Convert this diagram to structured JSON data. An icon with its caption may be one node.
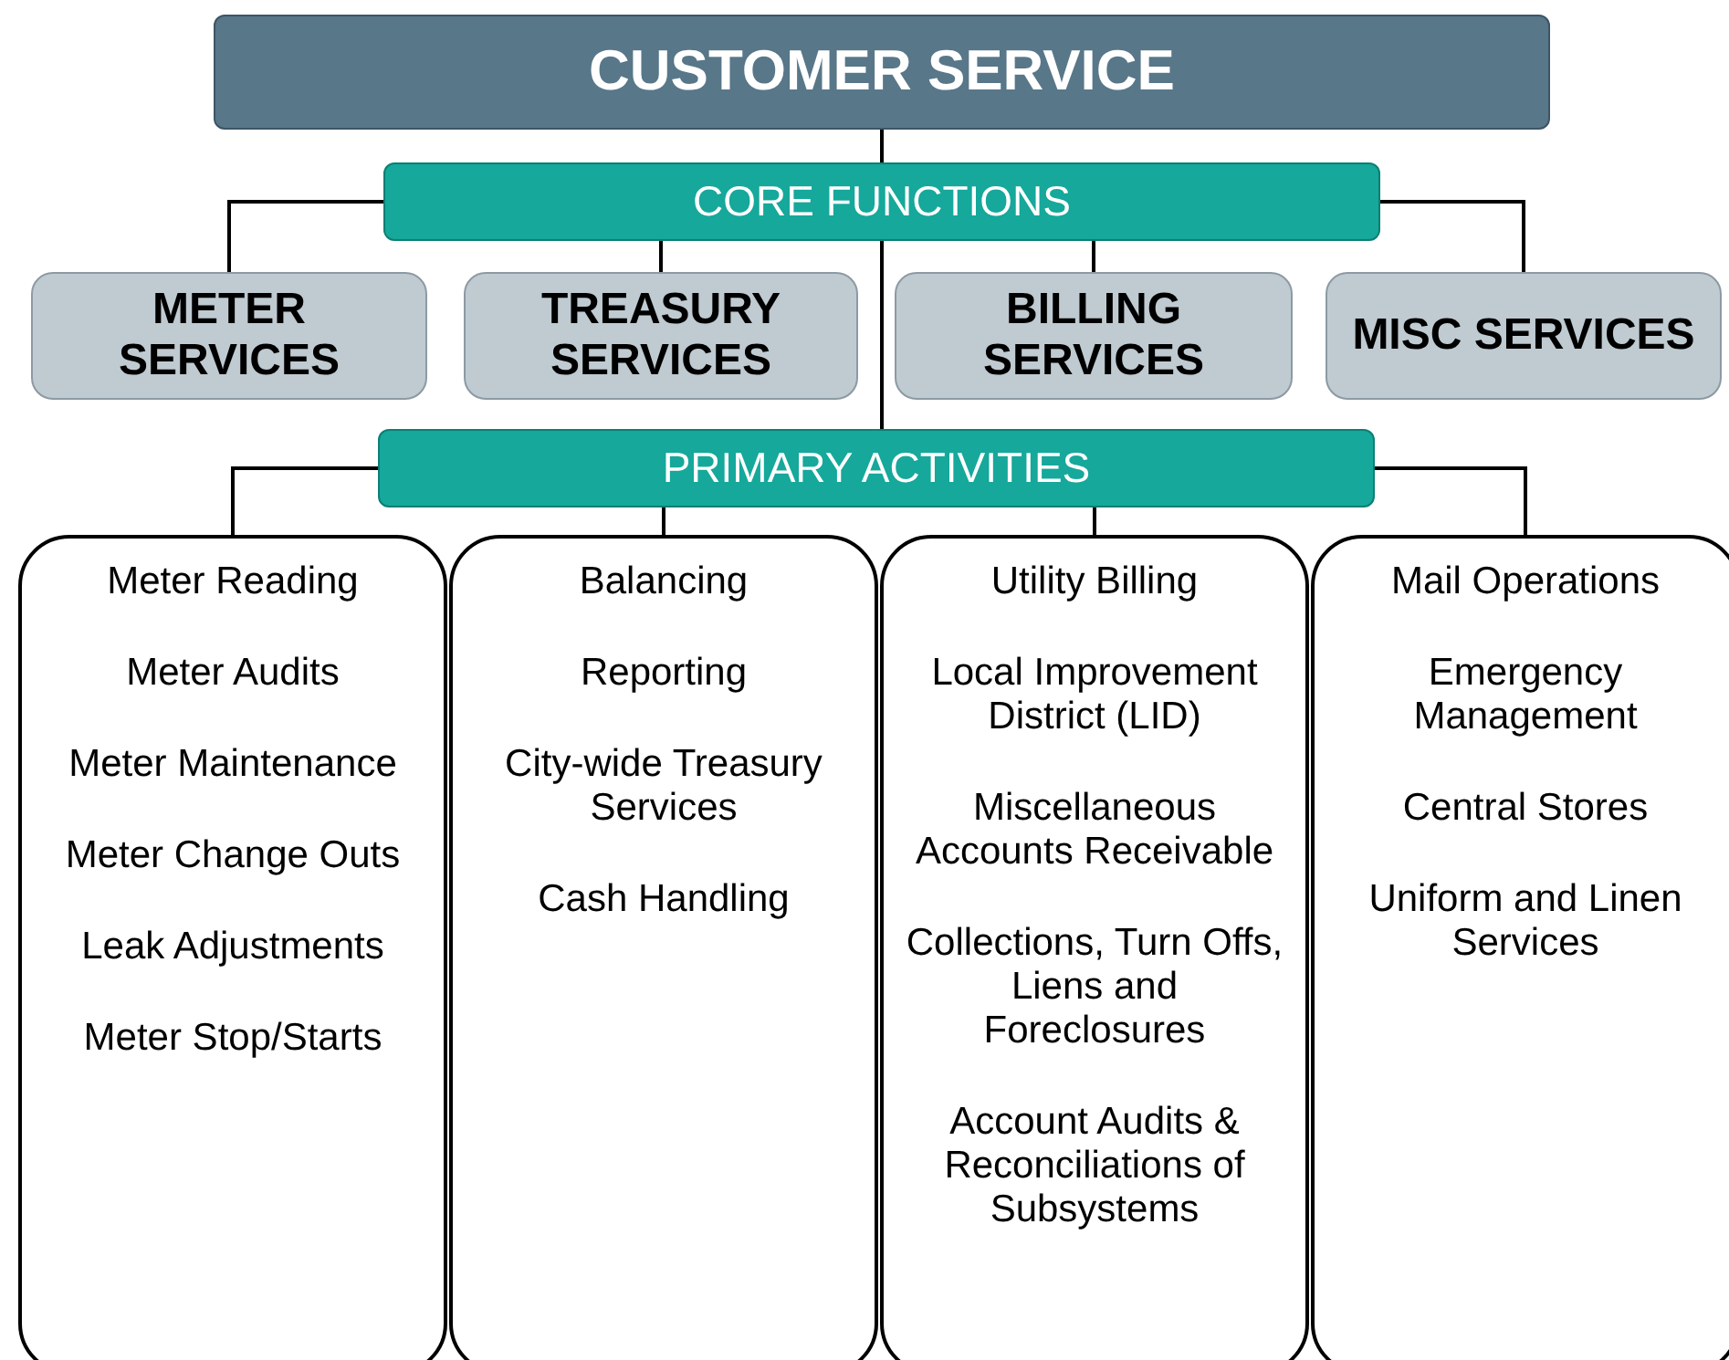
{
  "diagram": {
    "nodes": [
      {
        "text": [
          "CUSTOMER SERVICE"
        ]
      },
      {
        "text": [
          "CORE FUNCTIONS"
        ]
      },
      {
        "text": [
          "METER SERVICES"
        ]
      },
      {
        "text": [
          "TREASURY SERVICES"
        ]
      },
      {
        "text": [
          "BILLING SERVICES"
        ]
      },
      {
        "text": [
          "MISC SERVICES"
        ]
      },
      {
        "text": [
          "PRIMARY ACTIVITIES"
        ]
      },
      {
        "text": [
          "Meter Reading",
          "Meter Audits",
          "Meter Maintenance",
          "Meter Change Outs",
          "Leak Adjustments",
          "Meter Stop/Starts"
        ]
      },
      {
        "text": [
          "Balancing",
          "Reporting",
          "City-wide Treasury Services",
          "Cash Handling"
        ]
      },
      {
        "text": [
          "Utility Billing",
          "Local Improvement District (LID)",
          "Miscellaneous Accounts Receivable",
          "Collections, Turn Offs, Liens and Foreclosures",
          "Account Audits & Reconciliations of Subsystems"
        ]
      },
      {
        "text": [
          "Mail Operations",
          "Emergency Management",
          "Central Stores",
          "Uniform and Linen Services"
        ]
      }
    ],
    "edges": [
      {
        "from": 0,
        "to": 1,
        "arrow": "none"
      },
      {
        "from": 1,
        "to": 2,
        "arrow": "none"
      },
      {
        "from": 1,
        "to": 3,
        "arrow": "none"
      },
      {
        "from": 1,
        "to": 4,
        "arrow": "none"
      },
      {
        "from": 1,
        "to": 5,
        "arrow": "none"
      },
      {
        "from": 1,
        "to": 6,
        "arrow": "none"
      },
      {
        "from": 6,
        "to": 7,
        "arrow": "none"
      },
      {
        "from": 6,
        "to": 8,
        "arrow": "none"
      },
      {
        "from": 6,
        "to": 9,
        "arrow": "none"
      },
      {
        "from": 6,
        "to": 10,
        "arrow": "none"
      }
    ]
  }
}
